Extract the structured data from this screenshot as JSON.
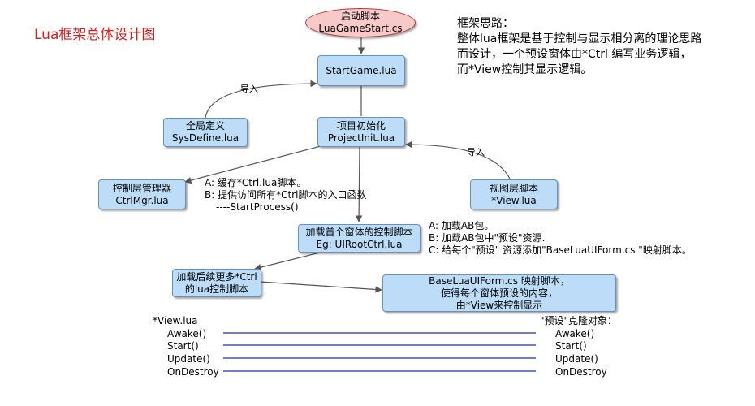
{
  "title": "Lua框架总体设计图",
  "notes": {
    "heading": "框架思路：",
    "line1": "整体lua框架是基于控制与显示相分离的理论思路",
    "line2": "而设计，一个预设窗体由*Ctrl 编写业务逻辑，",
    "line3": "而*View控制其显示逻辑。"
  },
  "nodes": {
    "start": {
      "line1": "启动脚本",
      "line2": "LuaGameStart.cs"
    },
    "startgame": {
      "line1": "StartGame.lua"
    },
    "sysdefine": {
      "line1": "全局定义",
      "line2": "SysDefine.lua"
    },
    "projectinit": {
      "line1": "项目初始化",
      "line2": "ProjectInit.lua"
    },
    "ctrlmgr": {
      "line1": "控制层管理器",
      "line2": "CtrlMgr.lua"
    },
    "view": {
      "line1": "视图层脚本",
      "line2": "*View.lua"
    },
    "uiroot": {
      "line1": "加载首个窗体的控制脚本",
      "line2": "Eg: UIRootCtrl.lua"
    },
    "morectrl": {
      "line1": "加载后续更多*Ctrl",
      "line2": "的lua控制脚本"
    },
    "baselua": {
      "line1": "BaseLuaUIForm.cs 映射脚本，",
      "line2": "使得每个窗体预设的内容，",
      "line3": "由*View来控制显示"
    }
  },
  "edge_labels": {
    "import_left": "导入",
    "import_right": "导入"
  },
  "ctrlmgr_notes": {
    "a": "A: 缓存*Ctrl.lua脚本。",
    "b": "B: 提供访问所有*Ctrl脚本的入口函数",
    "c": "----StartProcess()"
  },
  "uiroot_notes": {
    "a": "A: 加载AB包。",
    "b": "B: 加载AB包中\"预设\"资源.",
    "c": "C: 给每个\"预设\" 资源添加\"BaseLuaUIForm.cs \"映射脚本。"
  },
  "left_list": {
    "header": "*View.lua",
    "items": [
      "Awake()",
      "Start()",
      "Update()",
      "OnDestroy"
    ]
  },
  "right_list": {
    "header": "\"预设\"克隆对象：",
    "items": [
      "Awake()",
      "Start()",
      "Update()",
      "OnDestroy"
    ]
  },
  "colors": {
    "box_fill": "#bcdcf7",
    "start_fill": "#f7c9c9",
    "title": "#d22020",
    "link": "#1f2fa8"
  }
}
